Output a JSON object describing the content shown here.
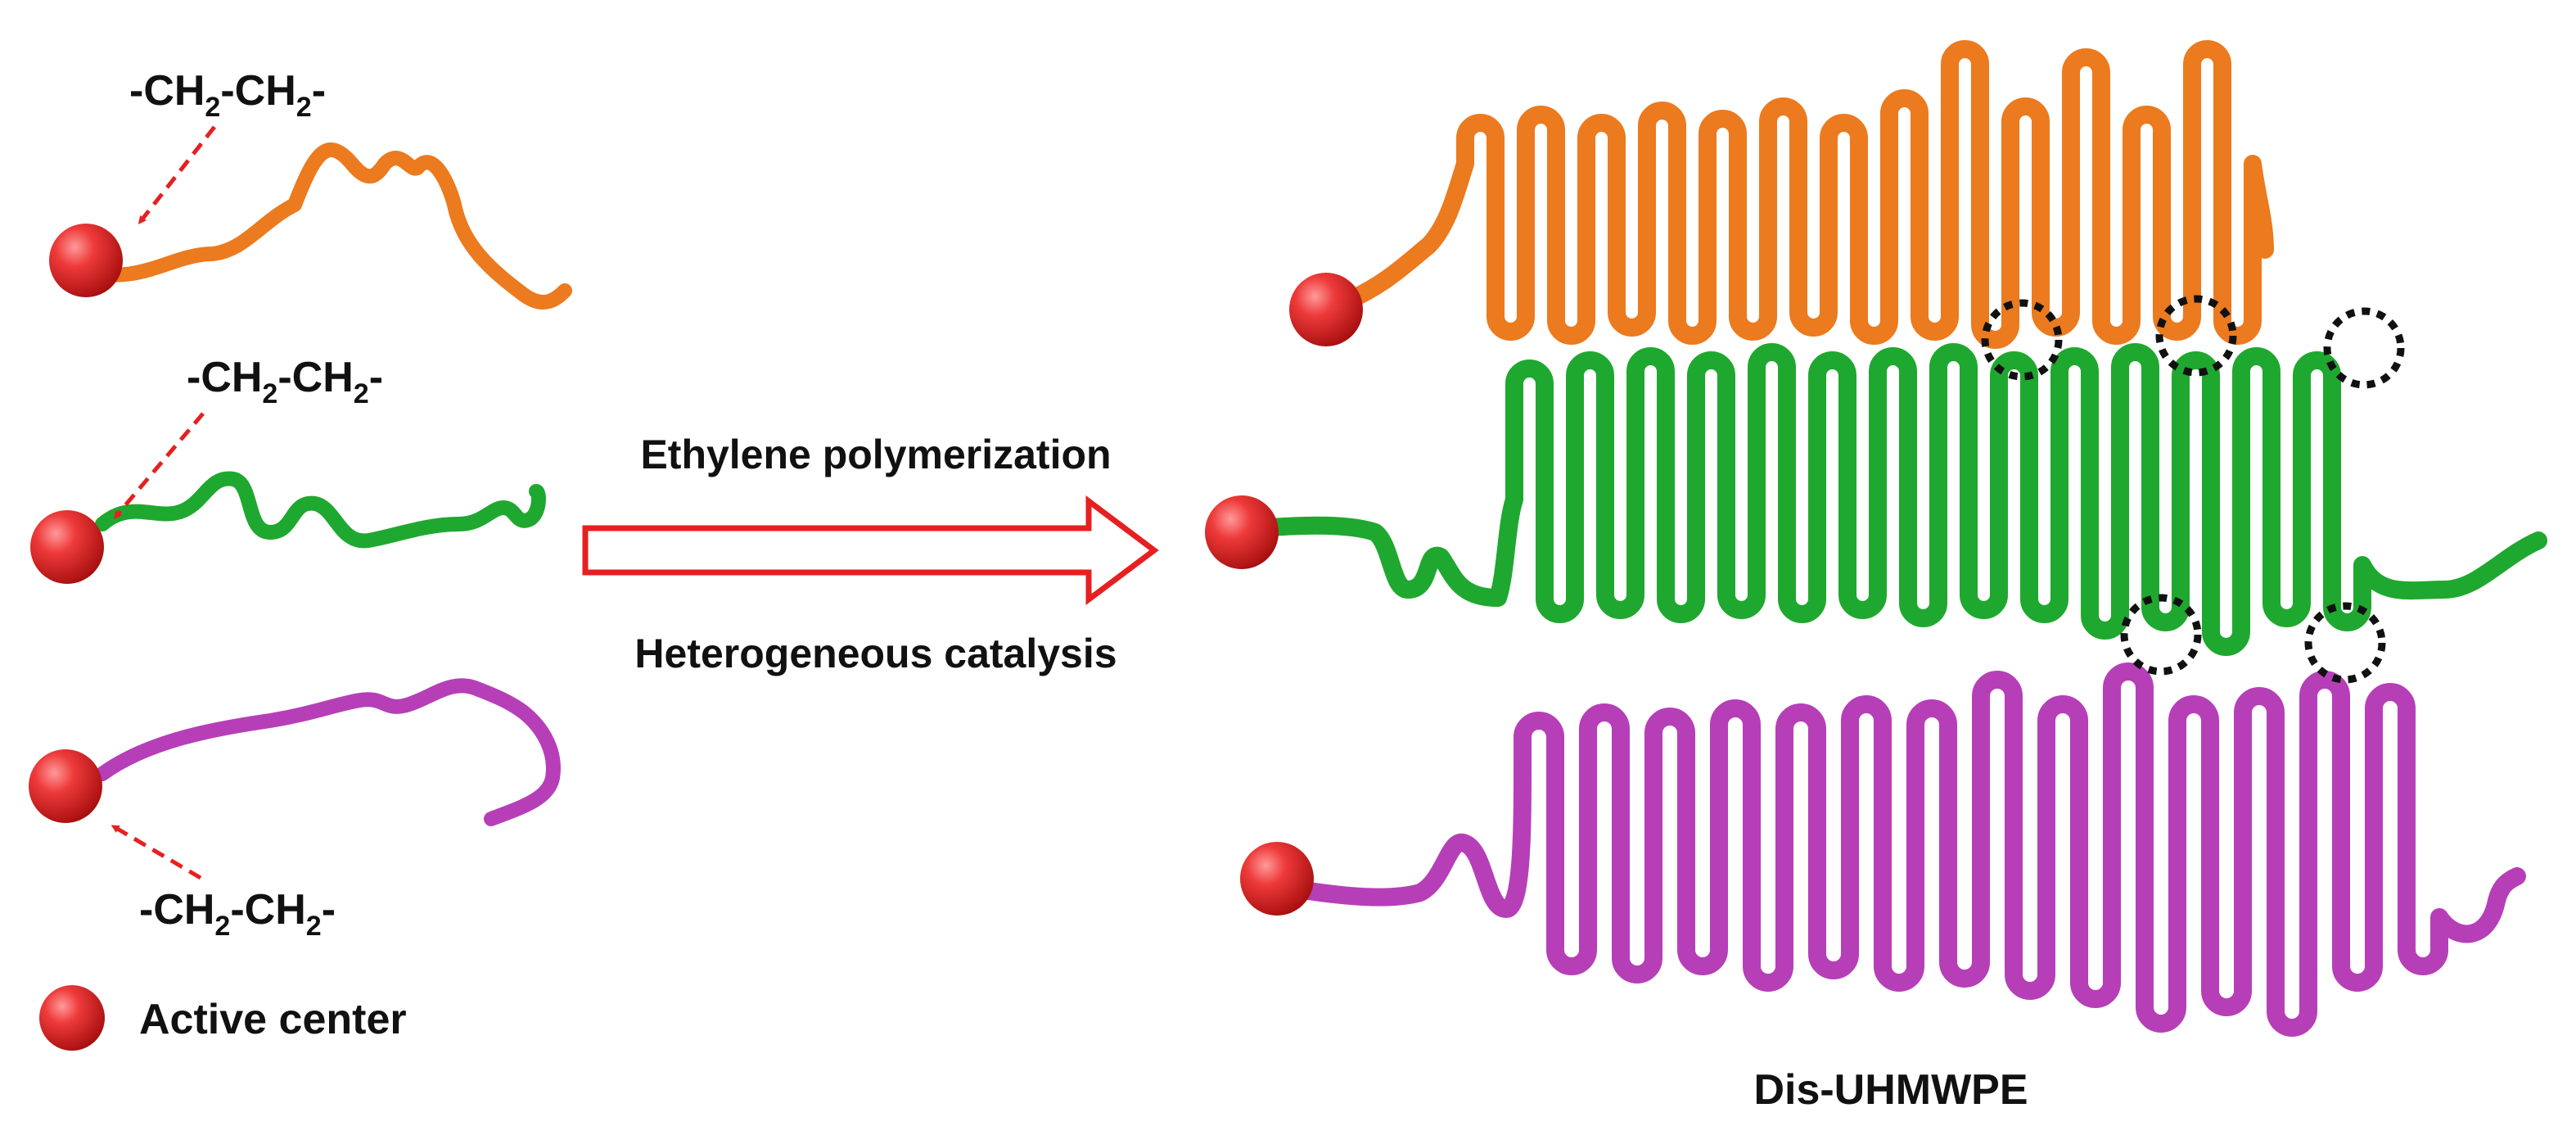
{
  "labels": {
    "monomer_top": {
      "main": "-CH",
      "sub1": "2",
      "mid": "-CH",
      "sub2": "2",
      "end": "-"
    },
    "monomer_middle": {
      "main": "-CH",
      "sub1": "2",
      "mid": "-CH",
      "sub2": "2",
      "end": "-"
    },
    "monomer_bottom": {
      "main": "-CH",
      "sub1": "2",
      "mid": "-CH",
      "sub2": "2",
      "end": "-"
    },
    "legend_active_center": "Active center",
    "process_top": "Ethylene polymerization",
    "process_bottom": "Heterogeneous catalysis",
    "product_name": "Dis-UHMWPE"
  },
  "colors": {
    "chain_orange": "#ec7a1e",
    "chain_green": "#1fa82f",
    "chain_purple": "#b63fb8",
    "active_center": "#e02121",
    "arrow_red": "#e62020",
    "entanglement_marker": "#111111"
  }
}
